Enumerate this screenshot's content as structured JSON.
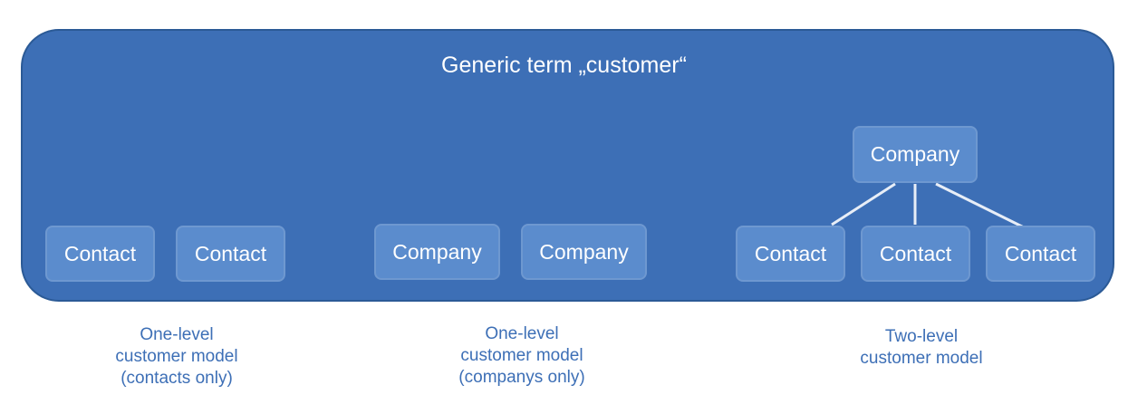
{
  "title": "Generic term „customer“",
  "boxes": {
    "contact": "Contact",
    "company": "Company"
  },
  "captions": {
    "contacts_only": [
      "One-level",
      "customer model",
      "(contacts only)"
    ],
    "companys_only": [
      "One-level",
      "customer model",
      "(companys only)"
    ],
    "two_level": [
      "Two-level",
      "customer model"
    ]
  },
  "colors": {
    "container": "#3d6fb6",
    "box": "#5b8ccd",
    "caption": "#3d6fb6"
  }
}
